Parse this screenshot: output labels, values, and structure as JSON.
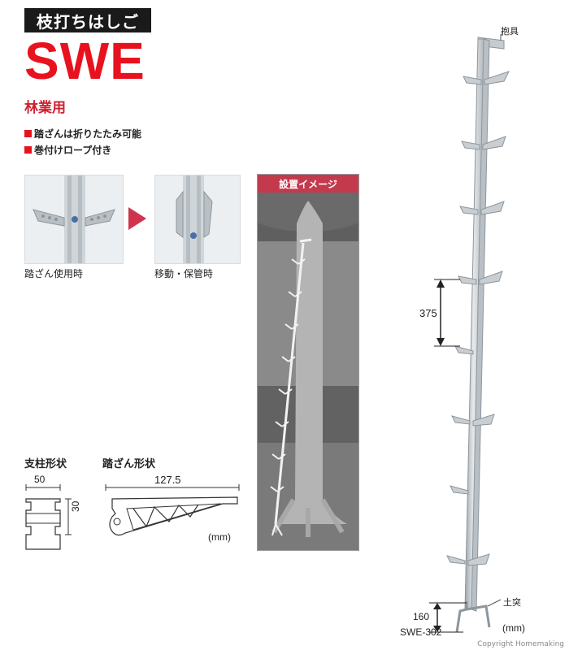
{
  "header": {
    "category": "枝打ちはしご",
    "model": "SWE",
    "usage": "林業用",
    "features": [
      "踏ざんは折りたたみ可能",
      "巻付けロープ付き"
    ]
  },
  "photos": {
    "in_use_caption": "踏ざん使用時",
    "stowed_caption": "移動・保管時"
  },
  "install": {
    "header": "設置イメージ"
  },
  "diagrams": {
    "post_title": "支柱形状",
    "post_width": "50",
    "post_depth": "30",
    "step_title": "踏ざん形状",
    "step_length": "127.5",
    "unit": "(mm)"
  },
  "ladder": {
    "hook_label": "抱具",
    "spacing": "375",
    "spike_label": "土突",
    "spike_height": "160",
    "model_code": "SWE-302",
    "unit": "(mm)"
  },
  "footer": {
    "copyright": "Copyright Homemaking"
  },
  "colors": {
    "brand_red": "#e8121f",
    "panel_red": "#c43a4d",
    "badge_black": "#1a1a1a"
  }
}
